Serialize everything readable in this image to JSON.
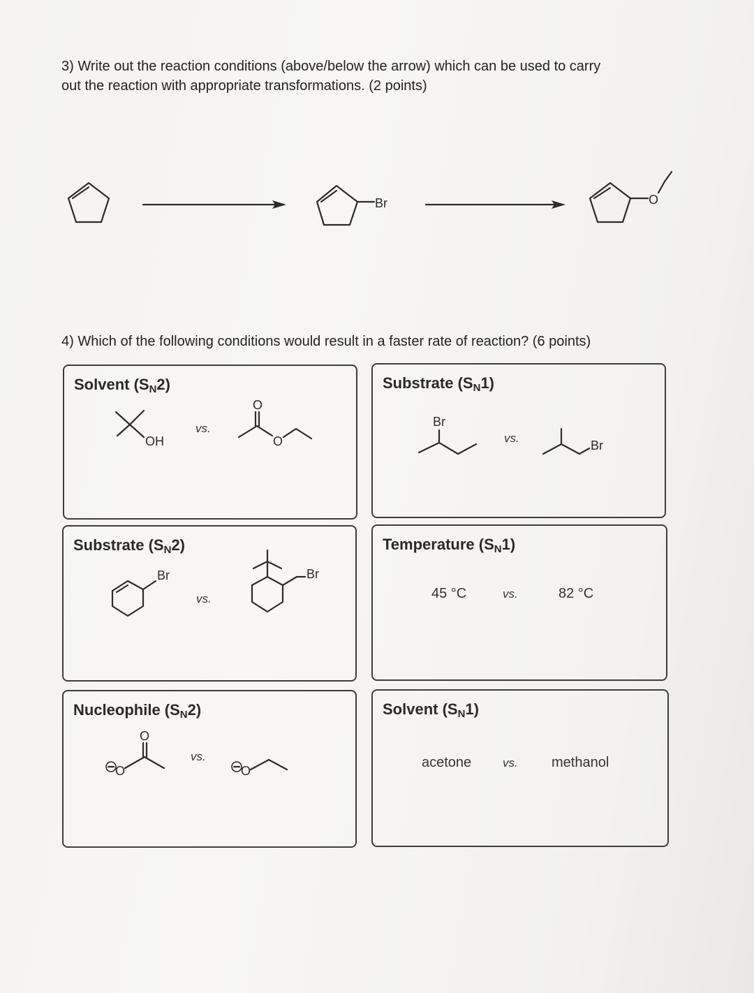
{
  "q3": {
    "line1": "3) Write out the reaction conditions (above/below the arrow) which can be used to carry",
    "line2": "out the reaction with appropriate transformations. (2 points)",
    "intermediate_label": "Br",
    "product_label": "O"
  },
  "q4": {
    "question": "4) Which of the following conditions would result in a faster rate of reaction? (6 points)",
    "boxes": {
      "solvent_sn2": {
        "title": "Solvent (S",
        "sub": "N",
        "tail": "2)",
        "vs": "vs.",
        "left_label": "OH",
        "right_label": "O",
        "right_carbonyl": "O"
      },
      "substrate_sn1": {
        "title": "Substrate (S",
        "sub": "N",
        "tail": "1)",
        "vs": "vs.",
        "left_label": "Br",
        "right_label": "Br"
      },
      "substrate_sn2": {
        "title": "Substrate (S",
        "sub": "N",
        "tail": "2)",
        "vs": "vs.",
        "left_label": "Br",
        "right_label": "Br"
      },
      "temperature_sn1": {
        "title": "Temperature (S",
        "sub": "N",
        "tail": "1)",
        "left": "45 °C",
        "vs": "vs.",
        "right": "82 °C"
      },
      "nucleophile_sn2": {
        "title": "Nucleophile (S",
        "sub": "N",
        "tail": "2)",
        "vs": "vs.",
        "left_label": "O",
        "left_carbonyl": "O",
        "right_label": "O"
      },
      "solvent_sn1": {
        "title": "Solvent (S",
        "sub": "N",
        "tail": "1)",
        "left": "acetone",
        "vs": "vs.",
        "right": "methanol"
      }
    }
  }
}
